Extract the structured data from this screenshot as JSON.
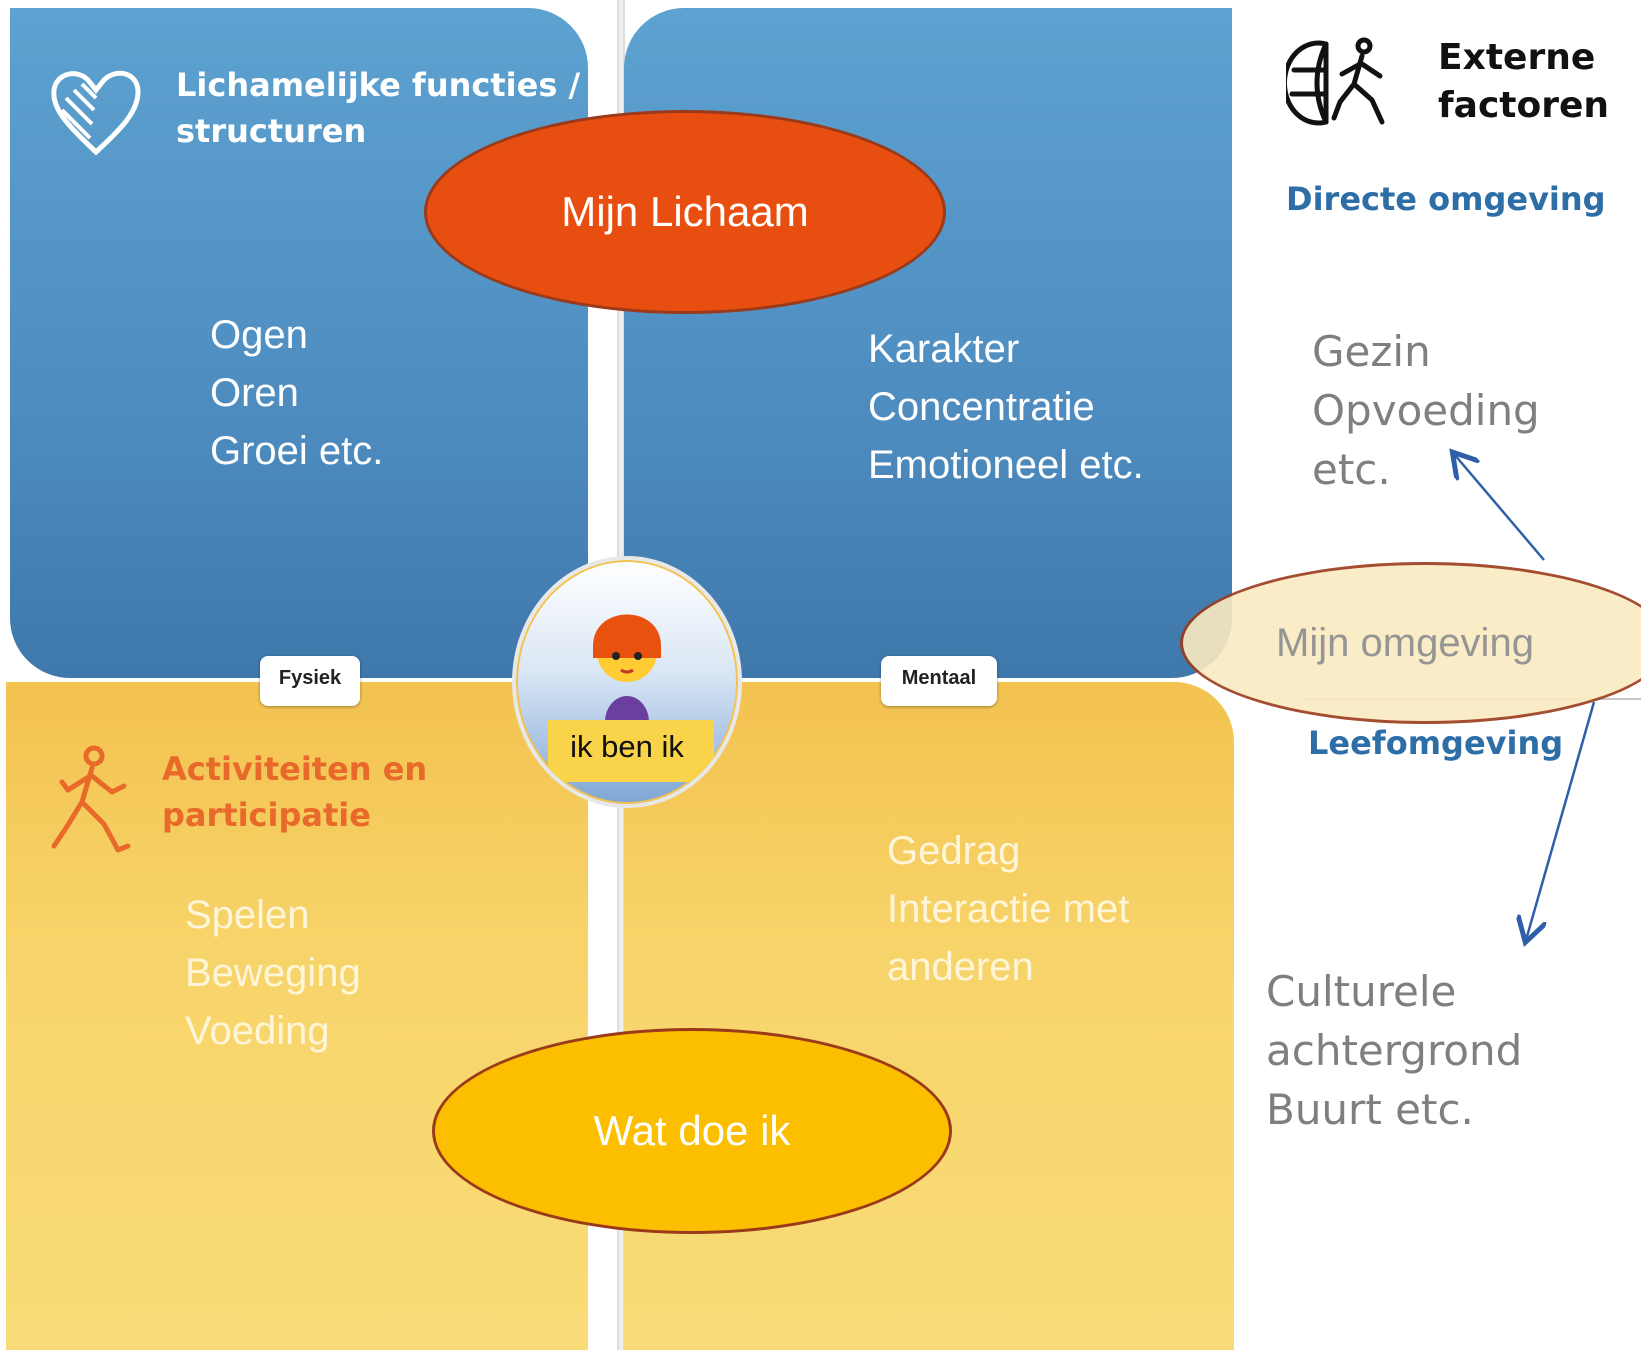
{
  "quadrants": {
    "top_left": {
      "heading": "Lichamelijke functies /\nstructuren",
      "items": "Ogen\nOren\nGroei etc."
    },
    "top_right": {
      "items": "Karakter\nConcentratie\nEmotioneel etc."
    },
    "bottom_left": {
      "heading": "Activiteiten en\nparticipatie",
      "items": "Spelen\nBeweging\nVoeding"
    },
    "bottom_right": {
      "items": "Gedrag\nInteractie met\nanderen"
    }
  },
  "tags": {
    "left": "Fysiek",
    "right": "Mentaal"
  },
  "ovals": {
    "body": "Mijn Lichaam",
    "do": "Wat doe ik",
    "environment": "Mijn omgeving"
  },
  "center": {
    "label": "ik ben ik"
  },
  "sidebar": {
    "title": "Externe\nfactoren",
    "direct_heading": "Directe omgeving",
    "direct_items": "Gezin\nOpvoeding\n etc.",
    "living_heading": "Leefomgeving",
    "living_items": "Culturele achtergrond\nBuurt   etc."
  },
  "colors": {
    "blue": "#4e8cc0",
    "yellow": "#f7d46a",
    "orange_oval": "#e84e10",
    "gold_oval": "#fbbf00",
    "pale_oval": "#faeac0",
    "oval_border": "#9b3a1a",
    "arrow": "#2f5fa8"
  }
}
